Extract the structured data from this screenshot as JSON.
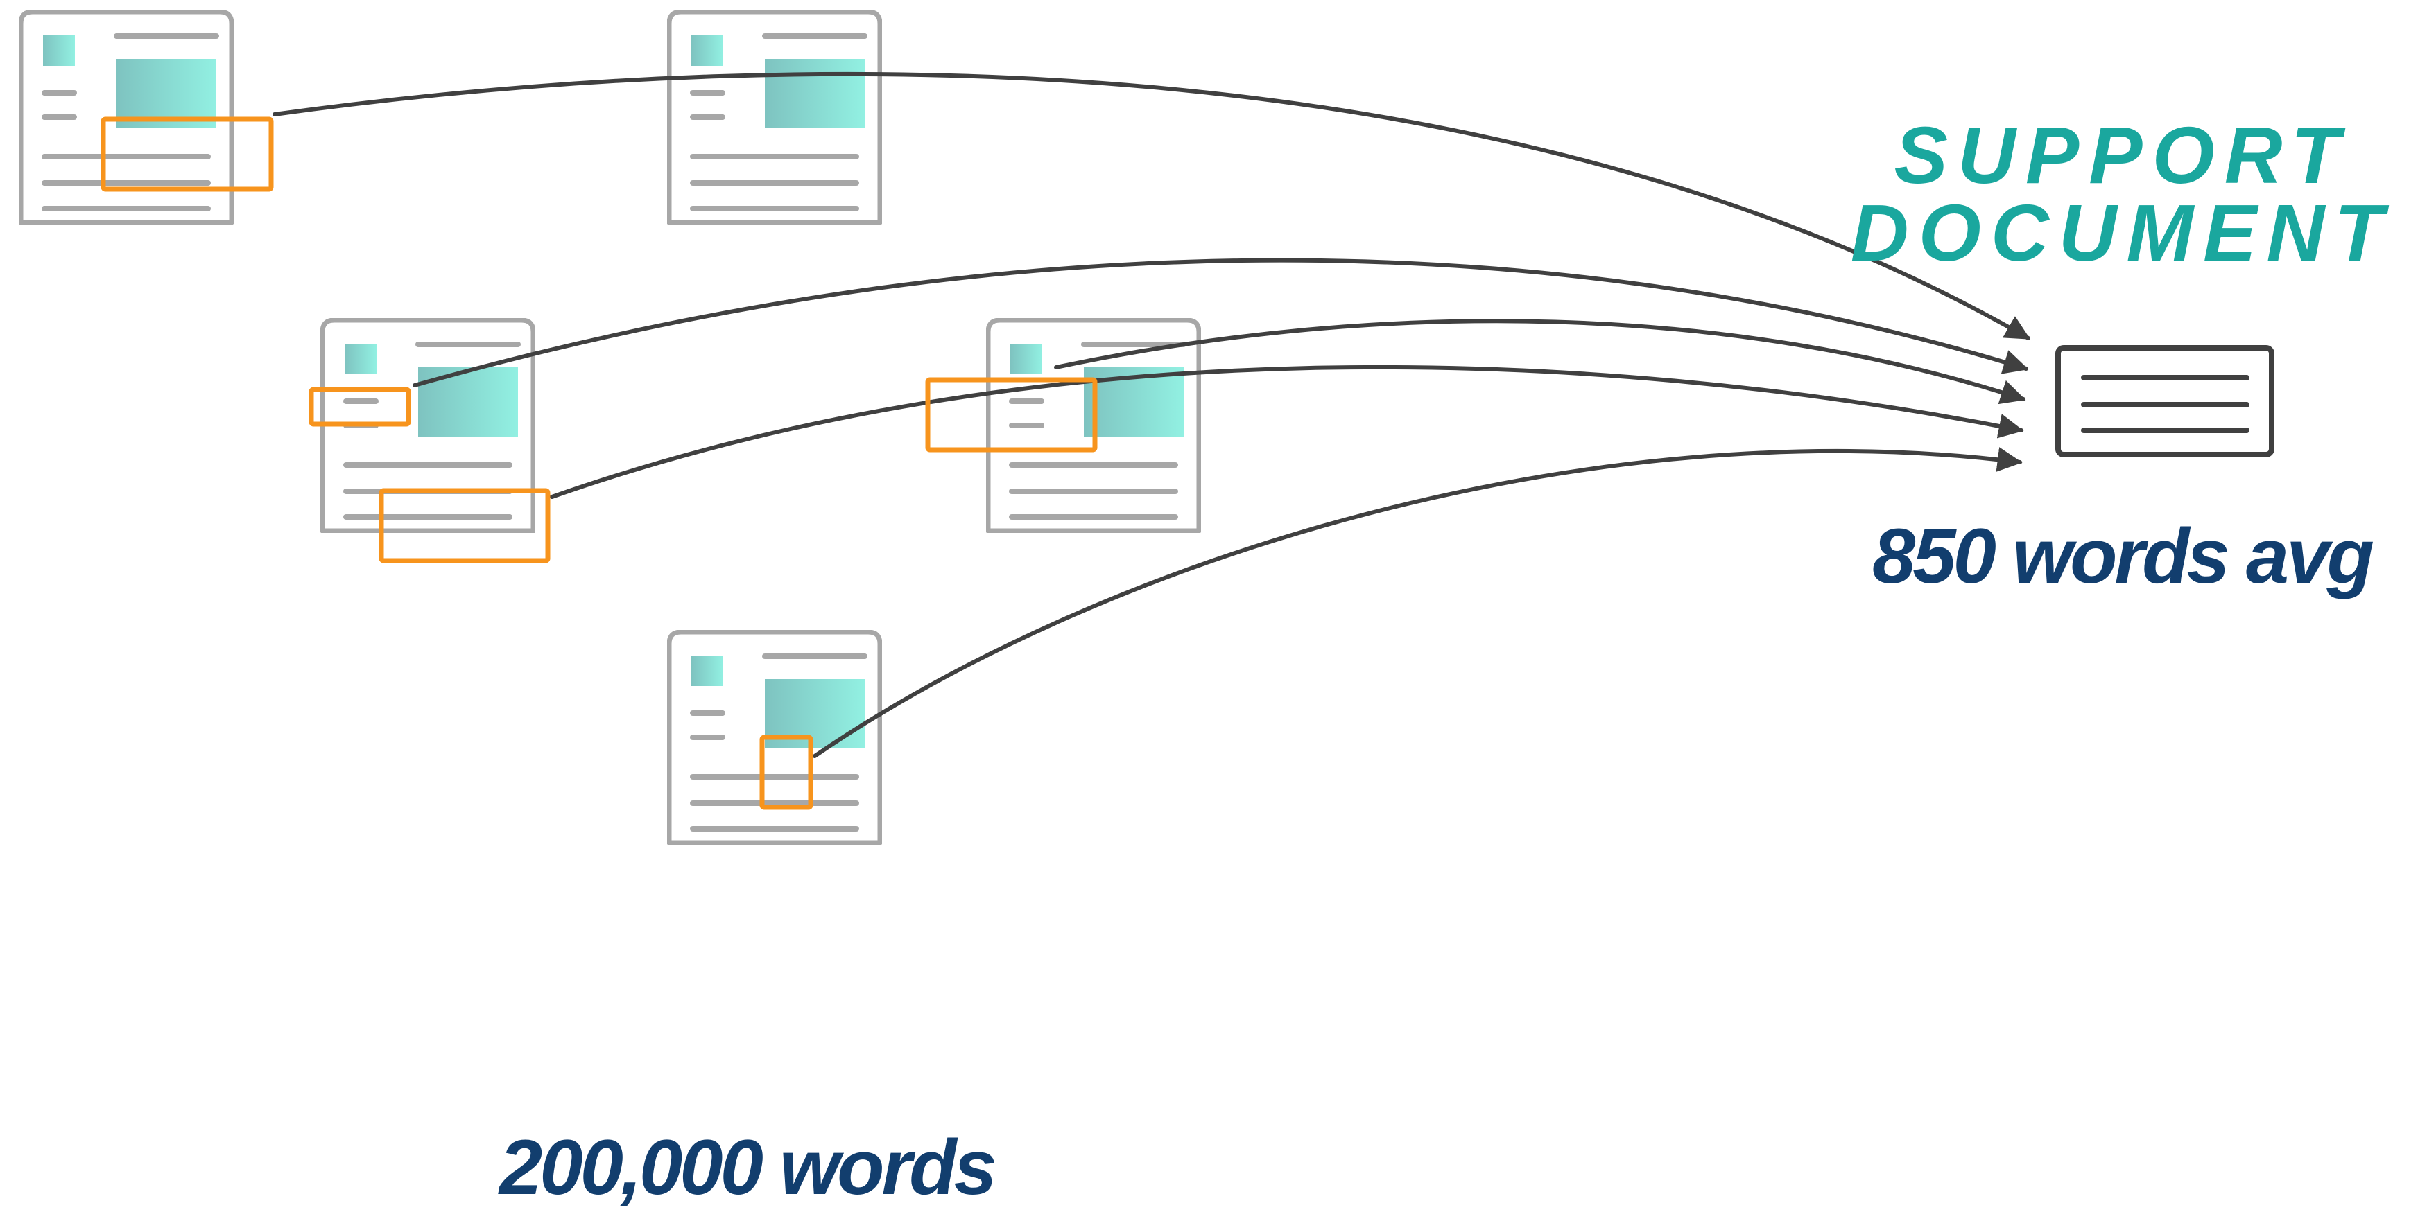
{
  "labels": {
    "support_title_line1": "SUPPORT",
    "support_title_line2": "DOCUMENT",
    "support_avg": "850 words avg",
    "corpus_total": "200,000 words"
  },
  "colors": {
    "doc_outline": "#a7a7a7",
    "highlight": "#f7941d",
    "arrow": "#404040",
    "accent_teal": "#1aa79e",
    "caption_blue": "#123e6e",
    "gradient_start": "#7ec3c0",
    "gradient_end": "#92f0e2"
  },
  "icons": {
    "source_document": "document-page-icon",
    "support_document": "support-document-icon",
    "excerpt_highlight": "highlight-box"
  },
  "counts": {
    "source_documents": 5,
    "extracted_excerpts": 5
  }
}
